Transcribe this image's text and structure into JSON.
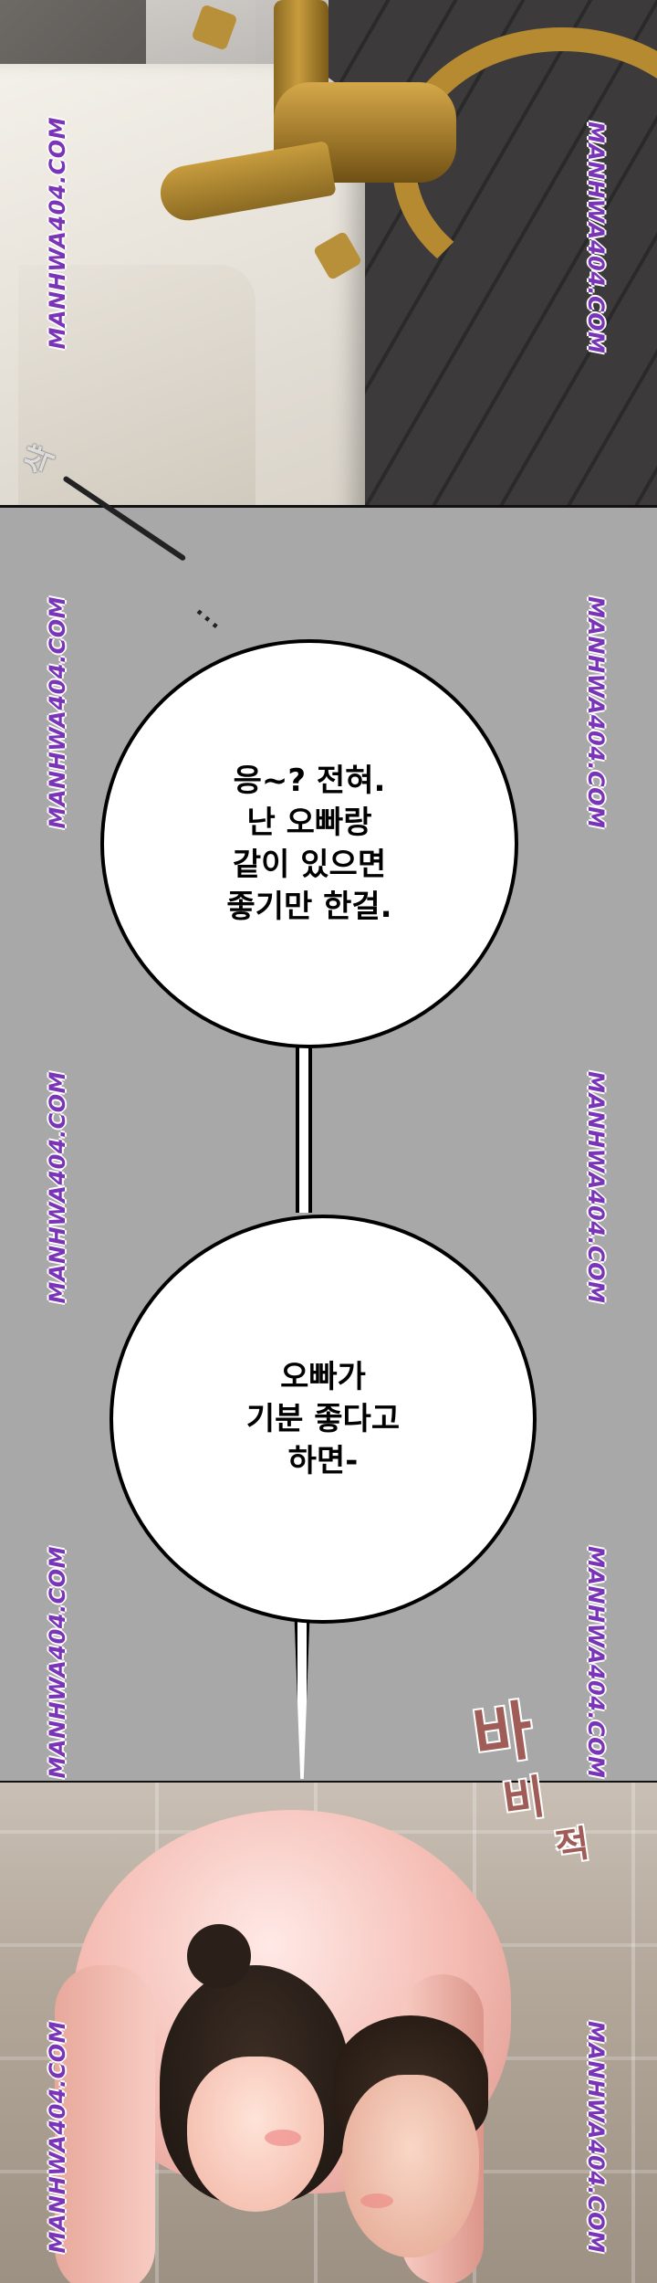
{
  "watermark": "MANHWA404.COM",
  "sfx_top": "샥",
  "ellipsis": "...",
  "bubbles": [
    {
      "text": "응~? 전혀.\n난 오빠랑\n같이 있으면\n좋기만 한걸."
    },
    {
      "text": "오빠가\n기분 좋다고\n하면-"
    }
  ],
  "sfx_bottom": [
    "바",
    "비",
    "적"
  ],
  "colors": {
    "watermark": "#7a34b7",
    "mid_panel_bg": "#a8a8a8",
    "sfx_bottom": "#a05d58"
  }
}
